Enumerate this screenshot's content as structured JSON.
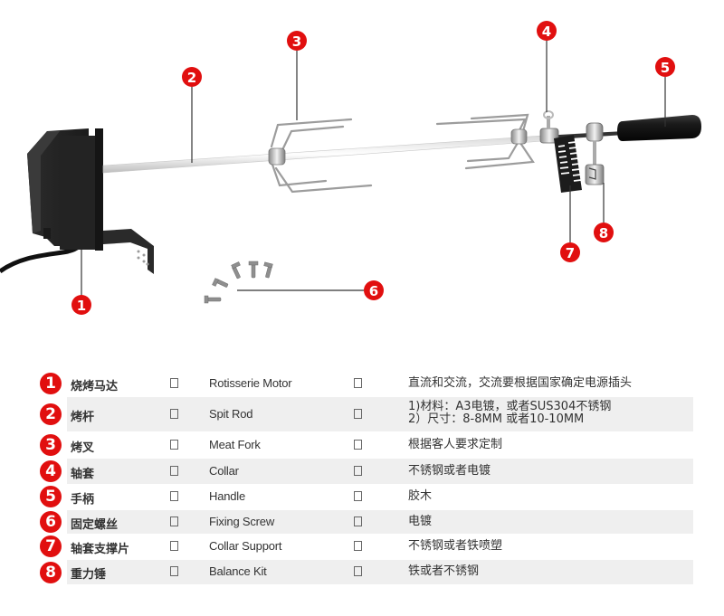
{
  "brand_colors": {
    "callout_red": "#e10f0f",
    "row_shade": "#efefef",
    "part_black": "#1e1e1e",
    "steel": "#b9b9b9"
  },
  "diagram": {
    "callouts": [
      {
        "number": "1",
        "part": "rotisserie-motor"
      },
      {
        "number": "2",
        "part": "spit-rod"
      },
      {
        "number": "3",
        "part": "meat-fork"
      },
      {
        "number": "4",
        "part": "collar"
      },
      {
        "number": "5",
        "part": "handle"
      },
      {
        "number": "6",
        "part": "fixing-screw"
      },
      {
        "number": "7",
        "part": "collar-support"
      },
      {
        "number": "8",
        "part": "balance-kit"
      }
    ]
  },
  "parts_table": {
    "separator_glyph": "□",
    "rows": [
      {
        "number": "1",
        "name_cn": "烧烤马达",
        "name_en": "Rotisserie Motor",
        "desc": [
          "直流和交流，交流要根据国家确定电源插头"
        ]
      },
      {
        "number": "2",
        "name_cn": "烤杆",
        "name_en": "Spit Rod",
        "desc": [
          "1)材料：A3电镀，或者SUS304不锈钢",
          "2）尺寸：8-8MM 或者10-10MM"
        ]
      },
      {
        "number": "3",
        "name_cn": "烤叉",
        "name_en": "Meat Fork",
        "desc": [
          "根据客人要求定制"
        ]
      },
      {
        "number": "4",
        "name_cn": "轴套",
        "name_en": "Collar",
        "desc": [
          "不锈钢或者电镀"
        ]
      },
      {
        "number": "5",
        "name_cn": "手柄",
        "name_en": "Handle",
        "desc": [
          "胶木"
        ]
      },
      {
        "number": "6",
        "name_cn": "固定螺丝",
        "name_en": "Fixing Screw",
        "desc": [
          "电镀"
        ]
      },
      {
        "number": "7",
        "name_cn": "轴套支撑片",
        "name_en": "Collar Support",
        "desc": [
          "不锈钢或者铁喷塑"
        ]
      },
      {
        "number": "8",
        "name_cn": "重力锤",
        "name_en": "Balance Kit",
        "desc": [
          "铁或者不锈钢"
        ]
      }
    ]
  }
}
